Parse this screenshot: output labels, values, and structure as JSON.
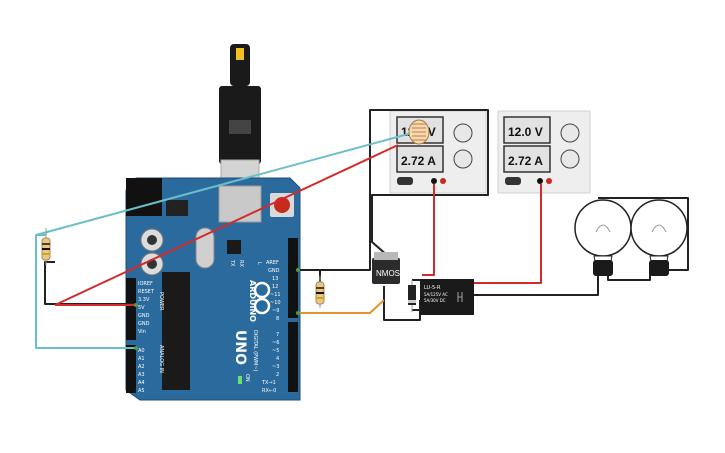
{
  "arduino": {
    "brand": "ARDUINO",
    "model": "UNO",
    "on_label": "ON",
    "tx_label": "TX",
    "rx_label": "RX",
    "l_label": "L",
    "power_header": "POWER",
    "analog_header": "ANALOG IN",
    "digital_header": "DIGITAL (PWM~)",
    "power_pins": [
      "IOREF",
      "RESET",
      "3.3V",
      "5V",
      "GND",
      "GND",
      "Vin"
    ],
    "analog_pins": [
      "A0",
      "A1",
      "A2",
      "A3",
      "A4",
      "A5"
    ],
    "digital_pins_top": [
      "AREF",
      "GND",
      "13",
      "12",
      "~11",
      "~10",
      "~9",
      "8"
    ],
    "digital_pins_bottom": [
      "7",
      "~6",
      "~5",
      "4",
      "~3",
      "2",
      "TX→1",
      "RX←0"
    ]
  },
  "power_supply_1": {
    "voltage": "12.0 V",
    "current": "2.72 A"
  },
  "power_supply_2": {
    "voltage": "12.0 V",
    "current": "2.72 A"
  },
  "mosfet": {
    "label": "NMOS"
  },
  "relay": {
    "model": "LU-5-R",
    "rating_ac": "5A/125V AC",
    "rating_dc": "5A/30V DC"
  },
  "colors": {
    "arduino_board": "#2a6a9c",
    "wire_red": "#d42a2a",
    "wire_teal": "#6bbfc9",
    "wire_orange": "#e8922f",
    "wire_black": "#222222",
    "supply_body": "#eeeeee",
    "lcd_bg": "#e2e2e2"
  },
  "icons": {
    "usb_cable": "usb-cable-icon",
    "bulb": "light-bulb-icon",
    "resistor": "resistor-icon",
    "photoresistor": "photoresistor-icon",
    "diode": "diode-icon"
  }
}
